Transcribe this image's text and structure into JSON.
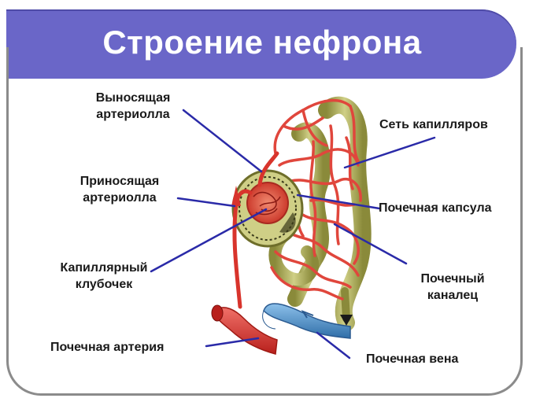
{
  "title": "Строение нефрона",
  "labels": {
    "efferent_l1": "Выносящая",
    "efferent_l2": "артериолла",
    "afferent_l1": "Приносящая",
    "afferent_l2": "артериолла",
    "glomerulus_l1": "Капиллярный",
    "glomerulus_l2": "клубочек",
    "renal_artery": "Почечная артерия",
    "capillary_net": "Сеть капилляров",
    "capsule": "Почечная капсула",
    "tubule_l1": "Почечный",
    "tubule_l2": "каналец",
    "renal_vein": "Почечная вена"
  },
  "colors": {
    "title_bar": "#6a66c8",
    "pointer": "#2a2aa8",
    "artery": "#d8342c",
    "vein": "#3a7fc4",
    "tubule": "#b6b56a",
    "capillary": "#e0463c"
  }
}
